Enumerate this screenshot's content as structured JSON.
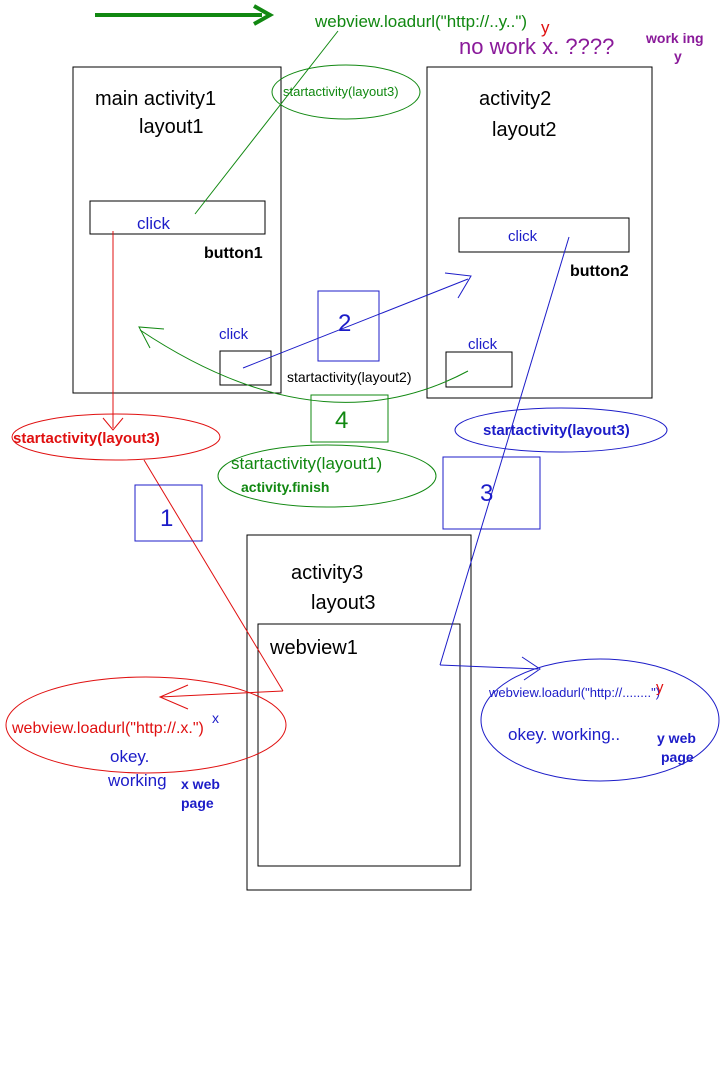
{
  "colors": {
    "black": "#000000",
    "blue": "#1c1cc8",
    "red": "#e01010",
    "green": "#118811",
    "purple": "#8a1a9a"
  },
  "top_note": {
    "loadurl_y": "webview.loadurl(\"http://..y..\")",
    "y_mark": "y",
    "no_work": "no work x. ????",
    "working_y": "work ing y"
  },
  "activity1": {
    "title": "main activity1",
    "layout": "layout1",
    "button_click": "click",
    "button_label": "button1",
    "small_click": "click"
  },
  "activity2": {
    "title": "activity2",
    "layout": "layout2",
    "button_click": "click",
    "button_label": "button2",
    "small_click": "click"
  },
  "activity3": {
    "title": "activity3",
    "layout": "layout3",
    "webview": "webview1"
  },
  "labels": {
    "start_layout3_green": "startactivity(layout3)",
    "start_layout3_red": "startactivity(layout3)",
    "start_layout3_blue": "startactivity(layout3)",
    "start_layout2": "startactivity(layout2)",
    "start_layout1": "startactivity(layout1)",
    "activity_finish": "activity.finish",
    "loadurl_x": "webview.loadurl(\"http://.x.\")",
    "x_mark": "x",
    "okey_working": "okey.",
    "okey_working2": "working",
    "x_web": "x web",
    "page": "page",
    "loadurl_y2": "webview.loadurl(\"http://........\")",
    "y_mark2": "y",
    "okey_working_y": "okey. working..",
    "y_web": "y web",
    "y_page": "page"
  },
  "steps": {
    "one": "1",
    "two": "2",
    "three": "3",
    "four": "4"
  }
}
